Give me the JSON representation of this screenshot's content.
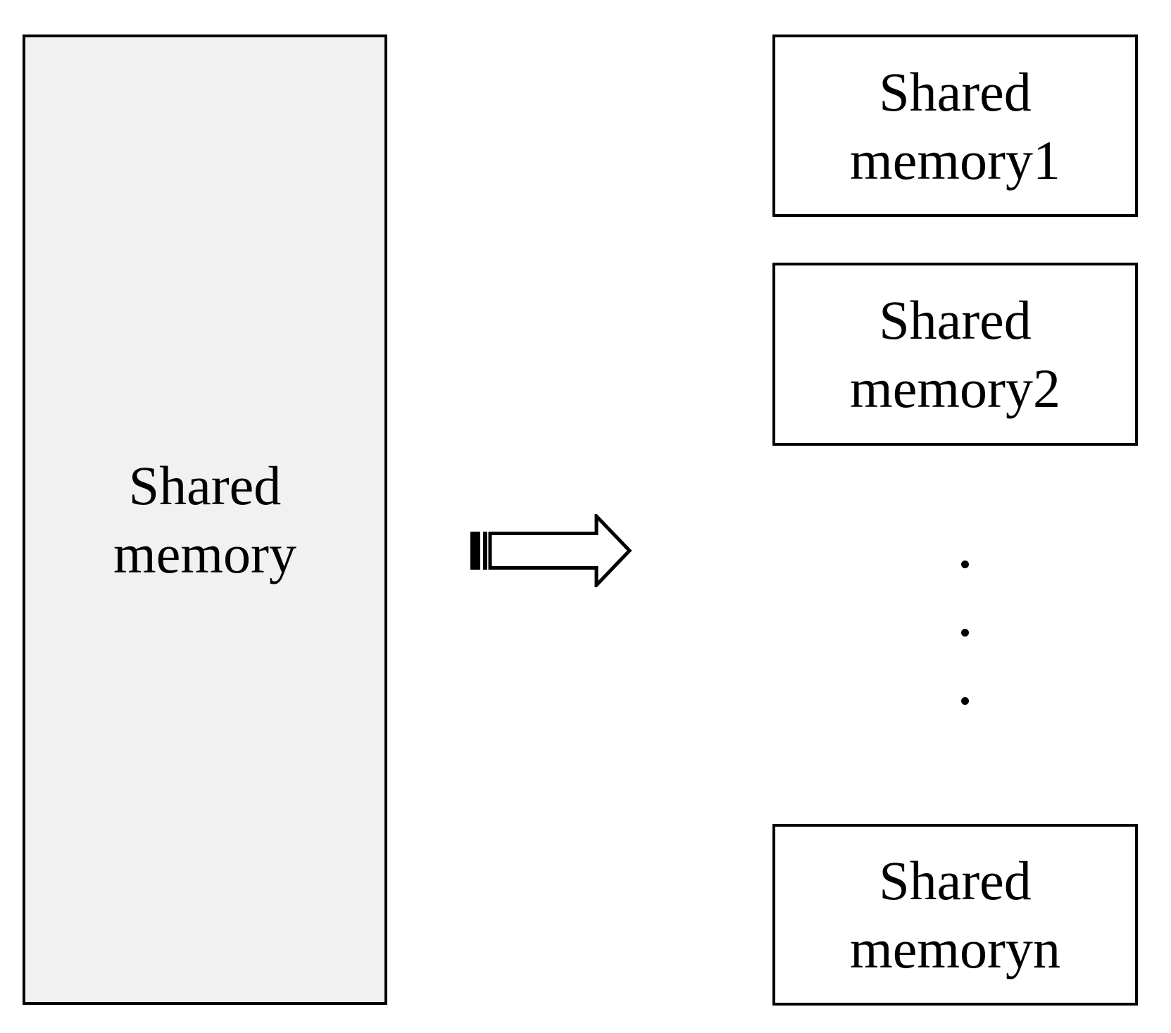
{
  "diagram": {
    "background": "#ffffff",
    "text_color": "#000000",
    "border_color": "#000000",
    "source_box": {
      "line1": "Shared",
      "line2": "memory",
      "fill": "#f1f1f1"
    },
    "arrow": {
      "icon": "striped-right-arrow-icon",
      "direction": "right",
      "fill": "#ffffff",
      "stroke": "#000000"
    },
    "target_boxes": [
      {
        "line1": "Shared",
        "line2": "memory1"
      },
      {
        "line1": "Shared",
        "line2": "memory2"
      },
      {
        "line1": "Shared",
        "line2": "memoryn"
      }
    ],
    "ellipsis": {
      "dot_count": 3
    }
  }
}
